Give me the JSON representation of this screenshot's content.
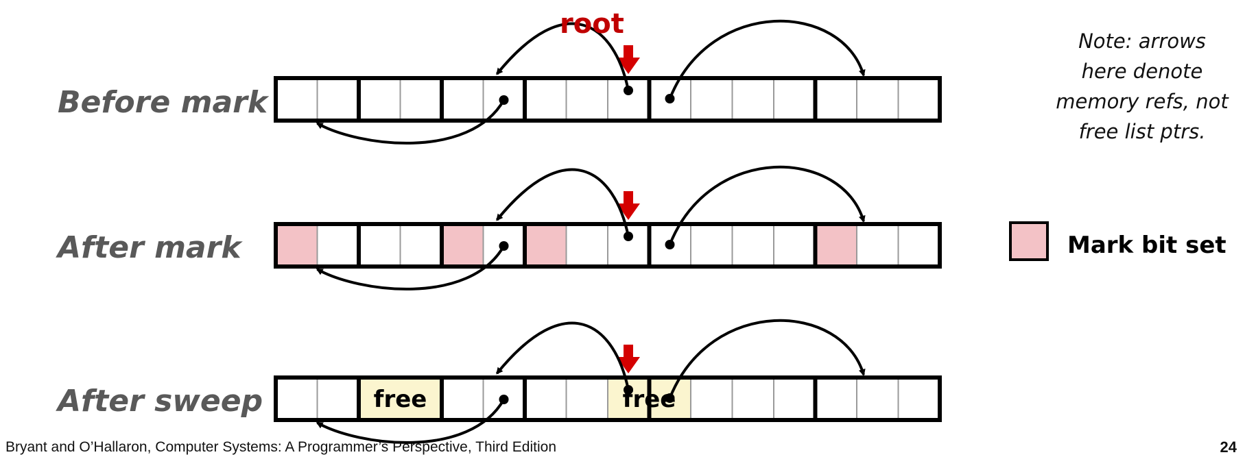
{
  "rows": [
    {
      "label": "Before mark",
      "marked_words": [],
      "free_blocks": []
    },
    {
      "label": "After mark",
      "marked_words": [
        0,
        4,
        6,
        13
      ],
      "free_blocks": []
    },
    {
      "label": "After sweep",
      "marked_words": [],
      "free_blocks": [
        2,
        8
      ]
    }
  ],
  "blocks": [
    {
      "words": 2
    },
    {
      "words": 2
    },
    {
      "words": 2
    },
    {
      "words": 3
    },
    {
      "words": 4
    },
    {
      "words": 3
    }
  ],
  "free_label": "free",
  "root_label": "root",
  "note": [
    "Note: arrows",
    "here denote",
    "memory refs, not",
    "free list ptrs."
  ],
  "legend": {
    "label": "Mark bit set",
    "color": "#f3c2c6"
  },
  "colors": {
    "mark": "#f3c2c6",
    "free": "#fbf5cf",
    "root_arrow": "#d40000"
  },
  "footer": "Bryant and O’Hallaron, Computer Systems: A Programmer’s Perspective, Third Edition",
  "page_number": "24"
}
